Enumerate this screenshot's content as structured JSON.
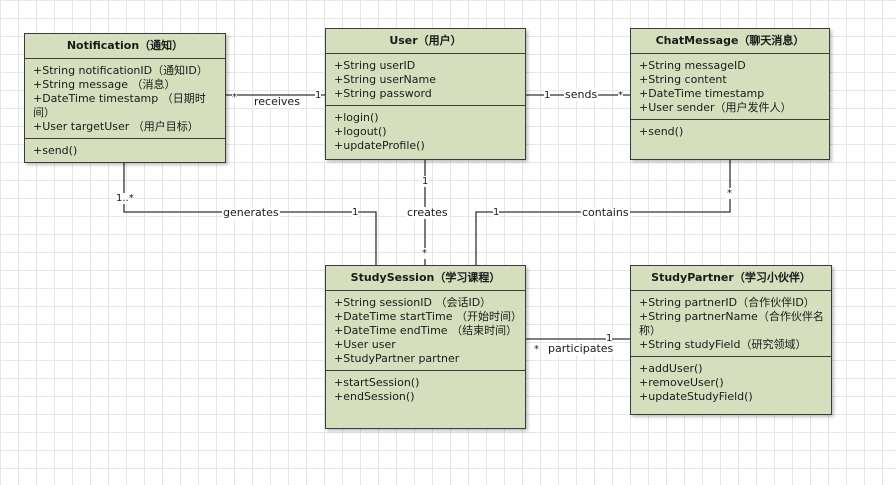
{
  "classes": [
    {
      "id": "notification",
      "name": "Notification（通知）",
      "attributes": [
        "+String notificationID（通知ID）",
        "+String message （消息）",
        "+DateTime timestamp （日期时间）",
        "+User targetUser （用户目标）"
      ],
      "methods": [
        "+send()"
      ]
    },
    {
      "id": "user",
      "name": "User（用户）",
      "attributes": [
        "+String userID",
        "+String userName",
        "+String password"
      ],
      "methods": [
        "+login()",
        "+logout()",
        "+updateProfile()"
      ]
    },
    {
      "id": "chatmessage",
      "name": "ChatMessage（聊天消息）",
      "attributes": [
        "+String messageID",
        "+String content",
        "+DateTime timestamp",
        "+User sender（用户发件人）"
      ],
      "methods": [
        "+send()"
      ]
    },
    {
      "id": "studysession",
      "name": "StudySession（学习课程）",
      "attributes": [
        "+String sessionID （会话ID）",
        "+DateTime startTime （开始时间）",
        "+DateTime endTime （结束时间）",
        "+User user",
        "+StudyPartner partner"
      ],
      "methods": [
        "+startSession()",
        "+endSession()"
      ]
    },
    {
      "id": "studypartner",
      "name": "StudyPartner（学习小伙伴）",
      "attributes": [
        "+String partnerID（合作伙伴ID）",
        "+String partnerName（合作伙伴名称）",
        "+String studyField（研究领域）"
      ],
      "methods": [
        "+addUser()",
        "+removeUser()",
        "+updateStudyField()"
      ]
    }
  ],
  "relations": [
    {
      "id": "receives",
      "label": "receives",
      "from_mult": "*",
      "to_mult": "1"
    },
    {
      "id": "sends",
      "label": "sends",
      "from_mult": "1",
      "to_mult": "*"
    },
    {
      "id": "generates",
      "label": "generates",
      "from_mult": "1..*",
      "to_mult": "1"
    },
    {
      "id": "creates",
      "label": "creates",
      "from_mult": "1",
      "to_mult": "*"
    },
    {
      "id": "contains",
      "label": "contains",
      "from_mult": "1",
      "to_mult": "*"
    },
    {
      "id": "participates",
      "label": "participates",
      "from_mult": "*",
      "to_mult": "1"
    }
  ],
  "colors": {
    "class_fill": "#d6dfbd",
    "border": "#3b3b3b",
    "line": "#333333"
  }
}
